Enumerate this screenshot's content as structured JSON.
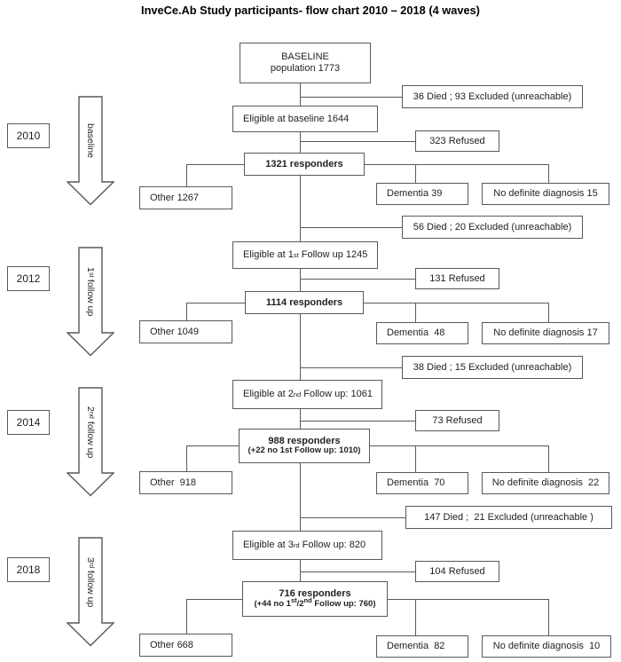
{
  "title": "InveCe.Ab Study participants- flow chart 2010 – 2018 (4 waves)",
  "baseline_box": {
    "line1": "BASELINE",
    "line2": "population 1773"
  },
  "colors": {
    "line": "#595959",
    "text": "#1f1f1f"
  },
  "waves": [
    {
      "year": "2010",
      "arrow_label": {
        "a": "baseline"
      },
      "died": "36 Died ; 93 Excluded (unreachable)",
      "eligible": {
        "a": "Eligible at baseline 1644"
      },
      "refused": "323 Refused",
      "responders": {
        "line1": "1321 responders"
      },
      "other": "Other 1267",
      "dementia": "Dementia 39",
      "no_diagnosis": "No definite diagnosis 15"
    },
    {
      "year": "2012",
      "arrow_label": {
        "a": "1",
        "sup": "st",
        "b": " follow up"
      },
      "died": "56 Died ; 20 Excluded (unreachable)",
      "eligible": {
        "a": "Eligible at 1",
        "sup": "st",
        "b": " Follow up 1245"
      },
      "refused": "131 Refused",
      "responders": {
        "line1": "1114 responders"
      },
      "other": "Other 1049",
      "dementia": "Dementia  48",
      "no_diagnosis": "No definite diagnosis 17"
    },
    {
      "year": "2014",
      "arrow_label": {
        "a": "2",
        "sup": "nd",
        "b": " follow up"
      },
      "died": "38 Died ; 15 Excluded (unreachable)",
      "eligible": {
        "a": "Eligible at 2",
        "sup": "nd",
        "b": " Follow up: 1061"
      },
      "refused": "73 Refused",
      "responders": {
        "line1": "988 responders",
        "line2a": "(+22 no 1st Follow up: 1010)"
      },
      "other": "Other  918",
      "dementia": "Dementia  70",
      "no_diagnosis": "No definite diagnosis  22"
    },
    {
      "year": "2018",
      "arrow_label": {
        "a": "3",
        "sup": "rd",
        "b": " follow up"
      },
      "died": "147 Died ;  21 Excluded (unreachable )",
      "eligible": {
        "a": "Eligible at 3",
        "sup": "rd",
        "b": " Follow up: 820"
      },
      "refused": "104 Refused",
      "responders": {
        "line1": "716 responders",
        "line2a": "(+44 no 1",
        "line2sup1": "st",
        "line2b": "/2",
        "line2sup2": "nd",
        "line2c": " Follow up: 760)"
      },
      "other": "Other 668",
      "dementia": "Dementia  82",
      "no_diagnosis": "No definite diagnosis  10"
    }
  ]
}
